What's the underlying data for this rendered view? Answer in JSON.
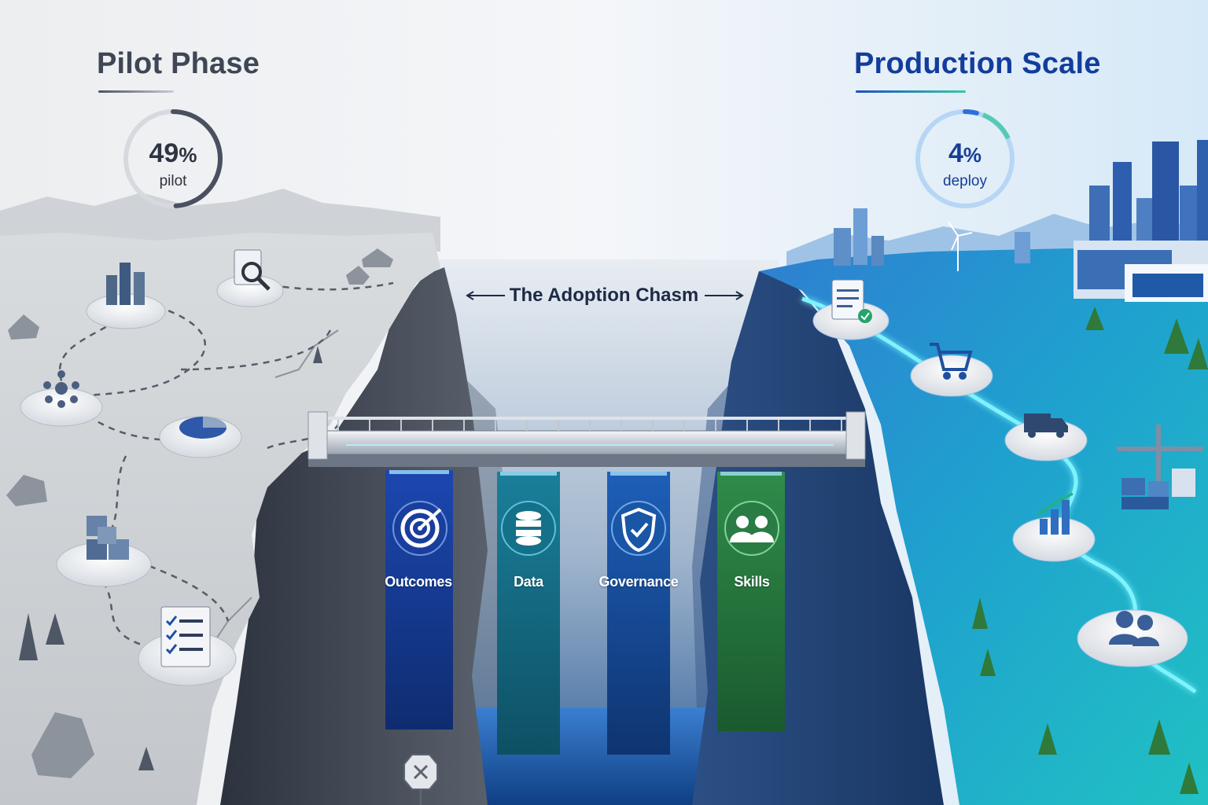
{
  "pilot": {
    "title": "Pilot Phase",
    "stat_value": "49",
    "stat_unit": "%",
    "stat_caption": "pilot",
    "stat_fraction": 0.49,
    "icons": [
      "bar-chart-icon",
      "magnifier-document-icon",
      "network-icon",
      "pie-chart-icon",
      "cubes-icon",
      "checklist-icon"
    ]
  },
  "production": {
    "title": "Production Scale",
    "stat_value": "4",
    "stat_unit": "%",
    "stat_caption": "deploy",
    "stat_fraction": 0.04,
    "icons": [
      "approved-document-icon",
      "shopping-cart-icon",
      "delivery-truck-icon",
      "growth-chart-icon",
      "users-icon"
    ]
  },
  "chasm": {
    "label": "The Adoption Chasm"
  },
  "pillars": [
    {
      "label": "Outcomes",
      "icon": "target-icon",
      "color": "#1d3f9a"
    },
    {
      "label": "Data",
      "icon": "database-icon",
      "color": "#17708a"
    },
    {
      "label": "Governance",
      "icon": "shield-check-icon",
      "color": "#1a56a6"
    },
    {
      "label": "Skills",
      "icon": "team-icon",
      "color": "#2b7d45"
    }
  ],
  "colors": {
    "pilot_text": "#3f4654",
    "production_text": "#123d9c",
    "pilot_ring": "#4a5060",
    "production_ring": "#2d6fe0",
    "flow_glow": "#7ef3ff"
  }
}
